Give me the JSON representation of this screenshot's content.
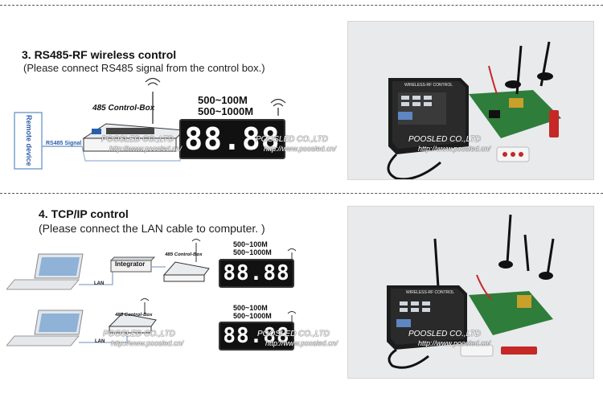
{
  "section3": {
    "title": "3. RS485-RF wireless control",
    "subtitle": "(Please connect RS485 signal from the control box.)",
    "remote_label": "Remote device",
    "signal_label": "RS485 Signal",
    "control_box_label": "485 Control-Box",
    "freq1": "500~100M",
    "freq2": "500~1000M",
    "display_digits": "88.88",
    "device_label": "WIRELESS-RF CONTROL"
  },
  "section4": {
    "title": "4. TCP/IP control",
    "subtitle": "(Please connect the LAN cable to computer. )",
    "lan_label": "LAN",
    "integrator_label": "Integrator",
    "control_box_label": "485 Control-Box",
    "freq1": "500~100M",
    "freq2": "500~1000M",
    "display_digits": "88.88",
    "device_label": "WIRELESS-RF CONTROL"
  },
  "watermark": {
    "company": "POOSLED CO.,LTD",
    "url": "http://www.poosled.cn/"
  }
}
